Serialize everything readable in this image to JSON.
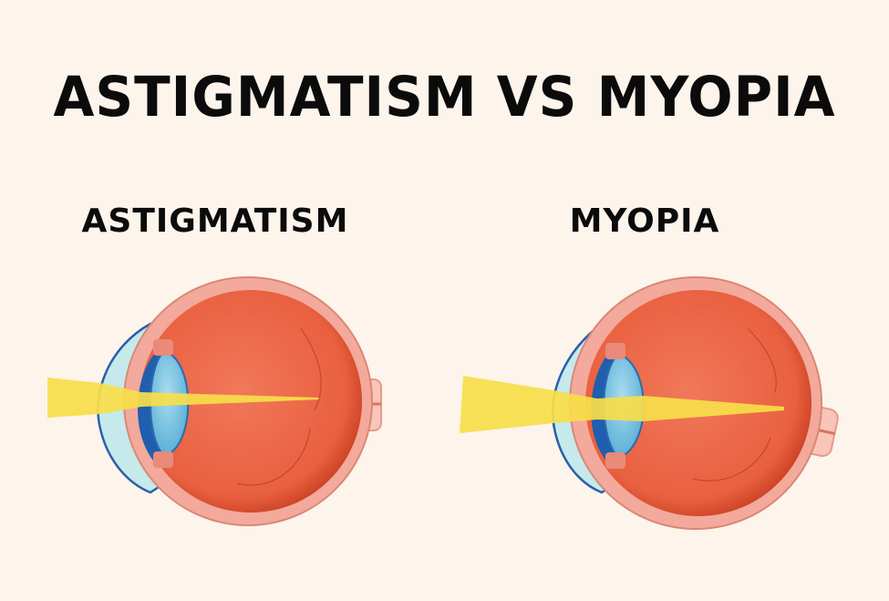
{
  "title": "ASTIGMATISM VS MYOPIA",
  "panels": [
    {
      "label": "ASTIGMATISM",
      "description": "Eye cross-section: light beam enters through cornea and lens, focuses near the back of the eye (before retina)"
    },
    {
      "label": "MYOPIA",
      "description": "Eye cross-section with elongated eyeball: wide light beam converges through cornea and lens toward a focal point at the back"
    }
  ],
  "colors": {
    "background": "#fdf4ec",
    "text": "#0b0b0b",
    "eye_interior": "#ec6745",
    "eye_inner_shadow": "#c93d20",
    "sclera": "#f3a99b",
    "cornea": "#bfe6ea",
    "lens": "#7cc6e0",
    "iris": "#1f5fae",
    "light_beam": "#f7de4a",
    "optic_nerve": "#f8c3b6"
  }
}
